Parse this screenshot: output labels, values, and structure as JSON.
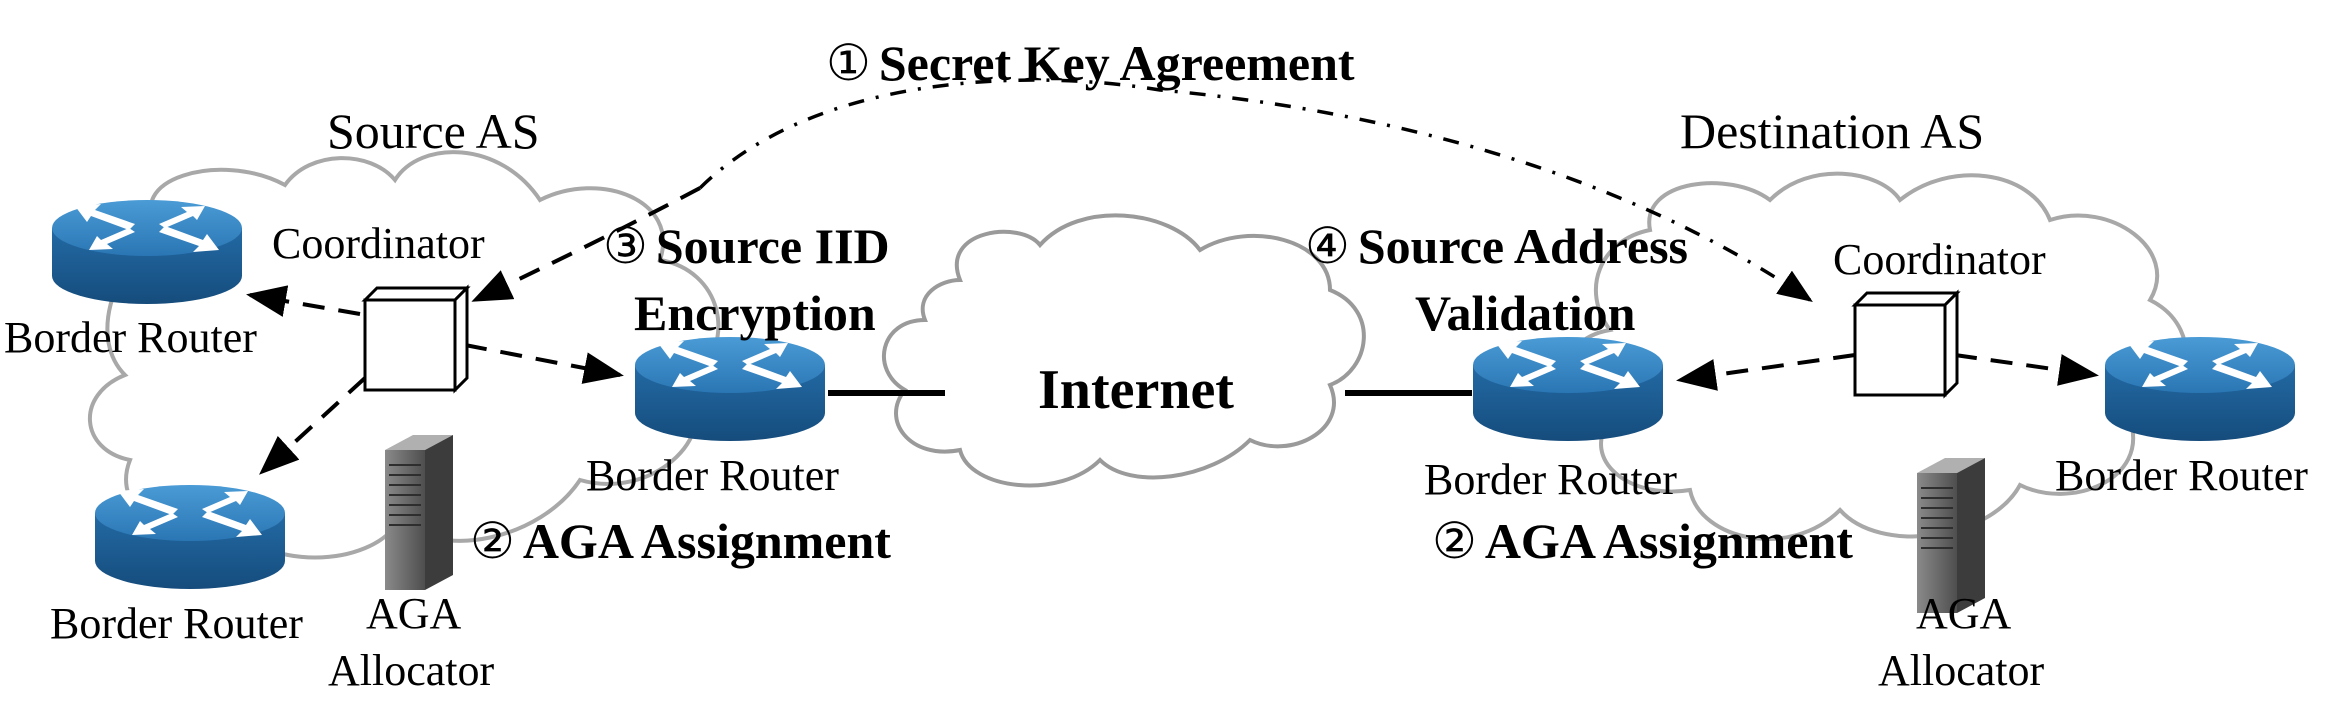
{
  "step1": {
    "num": "①",
    "text": "Secret Key  Agreement"
  },
  "source_as": {
    "title": "Source AS",
    "coordinator": "Coordinator",
    "router_top_left": "Border Router",
    "router_bottom_left": "Border Router",
    "router_edge": "Border Router",
    "aga_allocator": [
      "AGA",
      "Allocator"
    ],
    "step2": {
      "num": "②",
      "text": "AGA Assignment"
    },
    "step3": {
      "num": "③",
      "line1": "Source IID",
      "line2": "Encryption"
    }
  },
  "internet": {
    "label": "Internet"
  },
  "destination_as": {
    "title": "Destination AS",
    "coordinator": "Coordinator",
    "router_edge": "Border Router",
    "router_right": "Border Router",
    "aga_allocator": [
      "AGA",
      "Allocator"
    ],
    "step2": {
      "num": "②",
      "text": "AGA Assignment"
    },
    "step4": {
      "num": "④",
      "line1": "Source Address",
      "line2": "Validation"
    }
  },
  "colors": {
    "router_top": "#2f7fbf",
    "router_side": "#1f5f95",
    "cloud_stroke": "#a8a8a8",
    "server_body": "#6e6e6e"
  }
}
